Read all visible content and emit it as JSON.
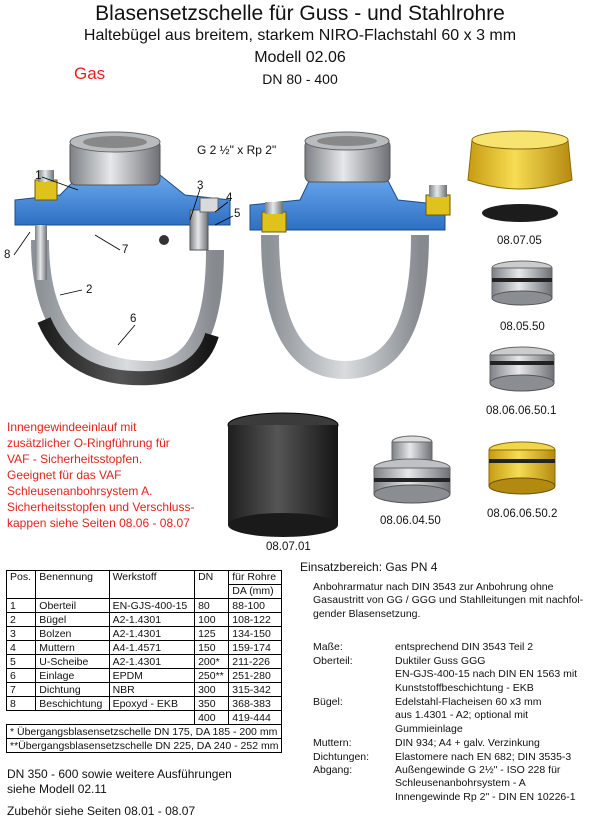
{
  "header": {
    "title": "Blasensetzschelle für Guss - und Stahlrohre",
    "subtitle": "Haltebügel aus breitem, starkem NIRO-Flachstahl 60 x 3 mm",
    "model": "Modell 02.06",
    "dn_range": "DN 80 - 400",
    "gas_label": "Gas"
  },
  "figure": {
    "thread_label": "G 2 ½\" x Rp 2\"",
    "callouts": [
      "1",
      "2",
      "3",
      "4",
      "5",
      "6",
      "7",
      "8"
    ]
  },
  "products": [
    "08.07.05",
    "08.05.50",
    "08.06.06.50.1",
    "08.06.04.50",
    "08.06.06.50.2",
    "08.07.01"
  ],
  "red_note": [
    "Innengewindeeinlauf mit",
    "zusätzlicher O-Ringführung für",
    "VAF - Sicherheitsstopfen.",
    "Geeignet für das VAF",
    "Schleusenanbohrsystem A.",
    "Sicherheitsstopfen und Verschluss-",
    "kappen siehe Seiten 08.06 - 08.07"
  ],
  "table": {
    "headers": [
      "Pos.",
      "Benennung",
      "Werkstoff",
      "DN",
      "für Rohre"
    ],
    "subheader": "DA (mm)",
    "rows": [
      [
        "1",
        "Oberteil",
        "EN-GJS-400-15",
        "80",
        "88-100"
      ],
      [
        "2",
        "Bügel",
        "A2-1.4301",
        "100",
        "108-122"
      ],
      [
        "3",
        "Bolzen",
        "A2-1.4301",
        "125",
        "134-150"
      ],
      [
        "4",
        "Muttern",
        "A4-1.4571",
        "150",
        "159-174"
      ],
      [
        "5",
        "U-Scheibe",
        "A2-1.4301",
        "200*",
        "211-226"
      ],
      [
        "6",
        "Einlage",
        "EPDM",
        "250**",
        "251-280"
      ],
      [
        "7",
        "Dichtung",
        "NBR",
        "300",
        "315-342"
      ],
      [
        "8",
        "Beschichtung",
        "Epoxyd - EKB",
        "350",
        "368-383"
      ],
      [
        "",
        "",
        "",
        "400",
        "419-444"
      ]
    ],
    "footnote1": "*  Übergangsblasensetzschelle DN 175,  DA 185 - 200 mm",
    "footnote2": "**Übergangsblasensetzschelle DN 225,  DA 240 - 252 mm"
  },
  "footer": {
    "more_line1": "DN  350 - 600 sowie weitere Ausführungen",
    "more_line2": "siehe Modell 02.11",
    "accessories": "Zubehör siehe Seiten 08.01 - 08.07"
  },
  "usage": {
    "einsatz": "Einsatzbereich:  Gas PN 4",
    "description": [
      "Anbohrarmatur nach DIN 3543 zur Anbohrung ohne",
      "Gasaustritt von GG / GGG und Stahlleitungen mit nachfol-",
      "gender Blasensetzung."
    ]
  },
  "specs": [
    {
      "label": "Maße:",
      "lines": [
        "entsprechend DIN 3543 Teil 2"
      ]
    },
    {
      "label": "Oberteil:",
      "lines": [
        "Duktiler Guss GGG",
        "EN-GJS-400-15 nach DIN EN 1563 mit",
        "Kunststoffbeschichtung - EKB"
      ]
    },
    {
      "label": "Bügel:",
      "lines": [
        "Edelstahl-Flacheisen 60 x3 mm",
        "aus 1.4301 - A2; optional mit",
        "Gummieinlage"
      ]
    },
    {
      "label": "Muttern:",
      "lines": [
        "DIN 934; A4 + galv. Verzinkung"
      ]
    },
    {
      "label": "Dichtungen:",
      "lines": [
        "Elastomere nach EN 682;  DIN 3535-3"
      ]
    },
    {
      "label": "Abgang:",
      "lines": [
        "Außengewinde G 2½\" - ISO 228 für",
        "Schleusenanbohrsystem - A",
        "Innengewinde  Rp 2\"  - DIN EN  10226-1"
      ]
    }
  ],
  "colors": {
    "red": "#e5211b",
    "blue": "#3f87d9",
    "yellow": "#e8c227"
  }
}
